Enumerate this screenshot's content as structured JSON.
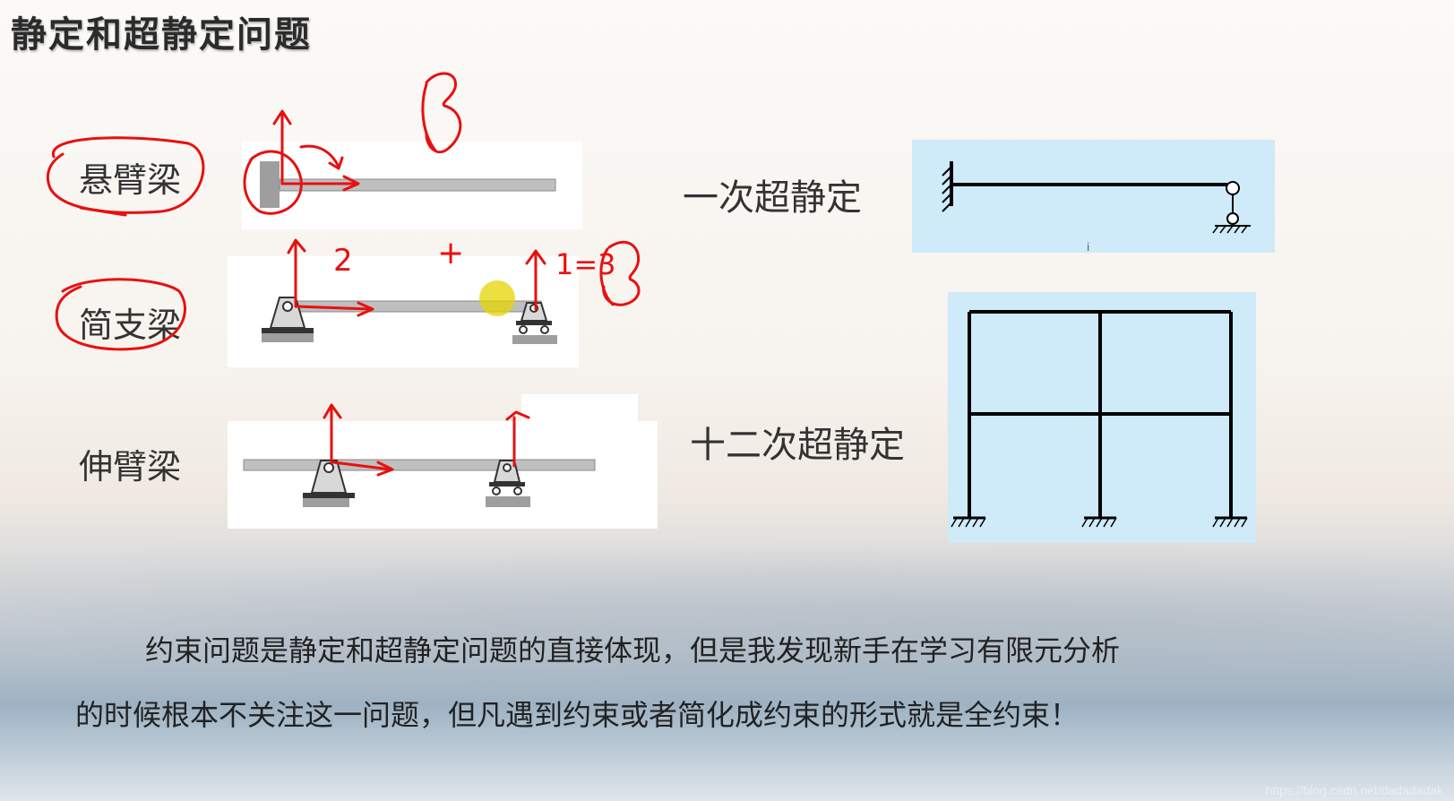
{
  "slide": {
    "title": "静定和超静定问题",
    "beam_labels": {
      "cantilever": "悬臂梁",
      "simply_supported": "简支梁",
      "overhanging": "伸臂梁"
    },
    "frame_labels": {
      "first_degree": "一次超静定",
      "twelfth_degree": "十二次超静定"
    },
    "annotations": {
      "cantilever_count": "3",
      "pin_count": "2",
      "plus": "+",
      "roller_count": "1=3",
      "cursor_marker": "i"
    },
    "caption_lines": [
      "约束问题是静定和超静定问题的直接体现，但是我发现新手在学习有限元分析",
      "的时候根本不关注这一问题，但凡遇到约束或者简化成约束的形式就是全约束！"
    ],
    "watermark": "https://blog.csdn.net/dadadadak"
  },
  "colors": {
    "ink_red": "#e81010",
    "panel_blue": "#cfeaf9",
    "beam_gray": "#bfbfbf",
    "support_gray": "#9e9e9e"
  }
}
